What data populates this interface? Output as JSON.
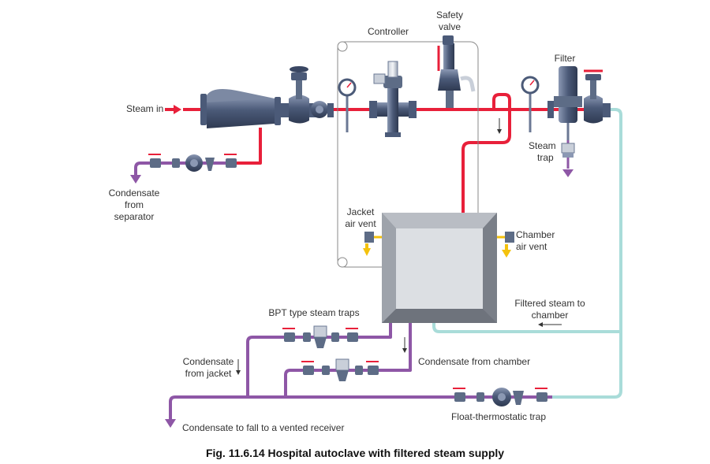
{
  "labels": {
    "steam_in": "Steam in",
    "controller": "Controller",
    "safety_valve_1": "Safety",
    "safety_valve_2": "valve",
    "filter": "Filter",
    "steam_trap_1": "Steam",
    "steam_trap_2": "trap",
    "condensate_separator_1": "Condensate",
    "condensate_separator_2": "from",
    "condensate_separator_3": "separator",
    "jacket_air_vent_1": "Jacket",
    "jacket_air_vent_2": "air vent",
    "chamber_air_vent_1": "Chamber",
    "chamber_air_vent_2": "air vent",
    "filtered_steam_1": "Filtered steam to",
    "filtered_steam_2": "chamber",
    "bpt_traps": "BPT type steam traps",
    "condensate_jacket_1": "Condensate",
    "condensate_jacket_2": "from jacket",
    "condensate_chamber": "Condensate from chamber",
    "ft_trap": "Float-thermostatic trap",
    "vented_receiver": "Condensate to fall to a vented receiver"
  },
  "caption": "Fig. 11.6.14 Hospital autoclave with filtered steam supply",
  "colors": {
    "steam": "#e8203a",
    "condensate": "#8e57a6",
    "filtered_steam": "#a9dcd9",
    "air_vent": "#f4c20d",
    "equipment": "#5d6c86"
  }
}
